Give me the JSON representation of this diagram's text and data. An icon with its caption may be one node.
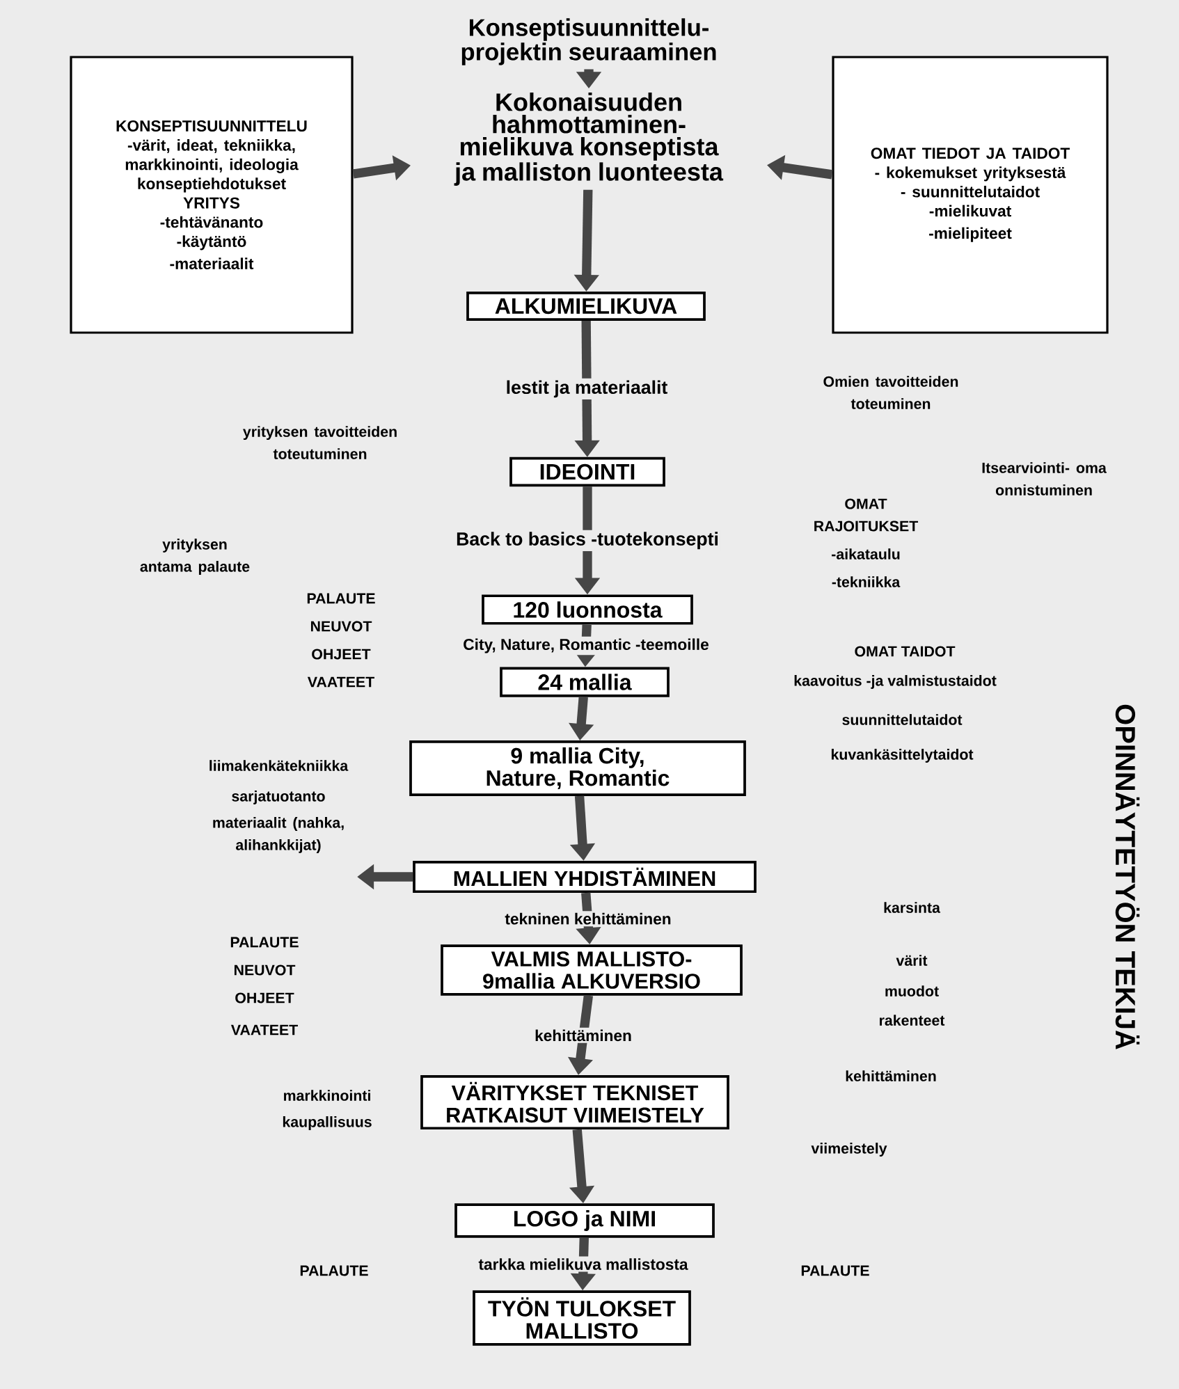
{
  "diagram": {
    "nodes": [
      {
        "text": [
          "Konseptisuunnittelu- projektin seuraaminen"
        ]
      },
      {
        "text": [
          "KONSEPTISUUNNITTELU",
          "-värit, ideat, tekniikka, markkinointi, ideologia",
          "konseptiehdotukset",
          "YRITYS",
          "-tehtävänanto",
          "-käytäntö",
          "-materiaalit"
        ]
      },
      {
        "text": [
          "OMAT TIEDOT JA TAIDOT",
          "- kokemukset yrityksestä",
          "- suunnittelutaidot",
          "-mielikuvat",
          "-mielipiteet"
        ]
      },
      {
        "text": [
          "Kokonaisuuden hahmottaminen- mielikuva konseptista ja malliston luonteesta"
        ]
      },
      {
        "text": [
          "ALKUMIELIKUVA"
        ]
      },
      {
        "text": [
          "IDEOINTI"
        ]
      },
      {
        "text": [
          "120 luonnosta"
        ]
      },
      {
        "text": [
          "24 mallia"
        ]
      },
      {
        "text": [
          "9 mallia City, Nature, Romantic"
        ]
      },
      {
        "text": [
          "MALLIEN YHDISTÄMINEN"
        ]
      },
      {
        "text": [
          "VALMIS MALLISTO-9mallia ALKUVERSIO"
        ]
      },
      {
        "text": [
          "VÄRITYKSET TEKNISET RATKAISUT VIIMEISTELY"
        ]
      },
      {
        "text": [
          "LOGO ja NIMI"
        ]
      },
      {
        "text": [
          "TYÖN TULOKSET MALLISTO"
        ]
      }
    ],
    "edges": [
      {
        "from": 0,
        "to": 3,
        "arrow": "to"
      },
      {
        "from": 1,
        "to": 3,
        "arrow": "to"
      },
      {
        "from": 2,
        "to": 3,
        "arrow": "to"
      },
      {
        "from": 3,
        "to": 4,
        "arrow": "to"
      },
      {
        "from": 4,
        "to": 5,
        "arrow": "to",
        "label": "lestit ja materiaalit"
      },
      {
        "from": 5,
        "to": 6,
        "arrow": "to",
        "label": "Back to basics -tuotekonsepti"
      },
      {
        "from": 6,
        "to": 7,
        "arrow": "to",
        "label": "City, Nature, Romantic -teemoille"
      },
      {
        "from": 7,
        "to": 8,
        "arrow": "to"
      },
      {
        "from": 8,
        "to": 9,
        "arrow": "to"
      },
      {
        "from": 9,
        "to": null,
        "arrow": "to"
      },
      {
        "from": 9,
        "to": 10,
        "arrow": "to",
        "label": "tekninen kehittäminen"
      },
      {
        "from": 10,
        "to": 11,
        "arrow": "to",
        "label": "kehittäminen"
      },
      {
        "from": 11,
        "to": 12,
        "arrow": "to"
      },
      {
        "from": 12,
        "to": 13,
        "arrow": "to",
        "label": "tarkka mielikuva mallistosta"
      }
    ],
    "labels": [
      "Omien tavoitteiden toteuminen",
      "yrityksen tavoitteiden toteutuminen",
      "Itsearviointi- oma onnistuminen",
      "OMAT RAJOITUKSET",
      "yrityksen antama palaute",
      "-aikataulu",
      "-tekniikka",
      "PALAUTE",
      "NEUVOT",
      "OHJEET",
      "VAATEET",
      "OMAT TAIDOT",
      "kaavoitus -ja valmistustaidot",
      "suunnittelutaidot",
      "kuvankäsittelytaidot",
      "OPINNÄYTETYÖN TEKIJÄ",
      "liimakenkätekniikka",
      "sarjatuotanto",
      "materiaalit (nahka, alihankkijat)",
      "karsinta",
      "PALAUTE",
      "NEUVOT",
      "OHJEET",
      "VAATEET",
      "värit",
      "muodot",
      "rakenteet",
      "markkinointi",
      "kaupallisuus",
      "kehittäminen",
      "viimeistely",
      "PALAUTE",
      "PALAUTE"
    ]
  }
}
